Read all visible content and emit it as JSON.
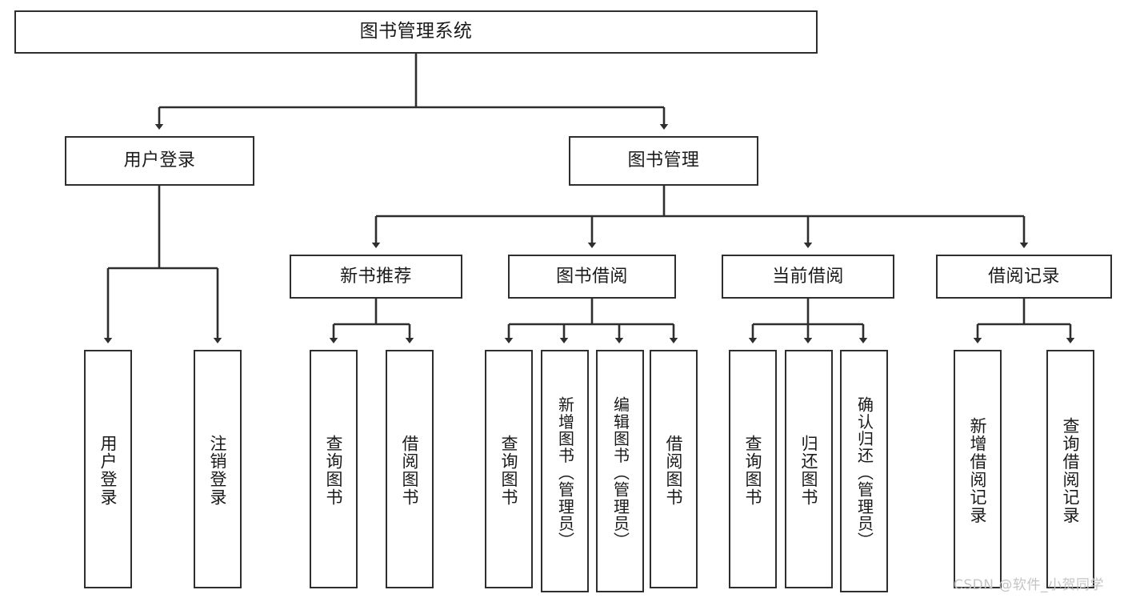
{
  "diagram": {
    "title": "图书管理系统",
    "type": "function-structure-tree",
    "watermark": "CSDN @软件_小贺同学",
    "levels": {
      "root": {
        "label": "图书管理系统"
      },
      "level2": [
        {
          "label": "用户登录"
        },
        {
          "label": "图书管理"
        }
      ],
      "level3": [
        {
          "label": "新书推荐"
        },
        {
          "label": "图书借阅"
        },
        {
          "label": "当前借阅"
        },
        {
          "label": "借阅记录"
        }
      ],
      "leaves": {
        "user_login": [
          {
            "label": "用户登录"
          },
          {
            "label": "注销登录"
          }
        ],
        "new_book_recommend": [
          {
            "label": "查询图书"
          },
          {
            "label": "借阅图书"
          }
        ],
        "book_borrow": [
          {
            "label": "查询图书"
          },
          {
            "label": "新增图书（管理员）"
          },
          {
            "label": "编辑图书（管理员）"
          },
          {
            "label": "借阅图书"
          }
        ],
        "current_borrow": [
          {
            "label": "查询图书"
          },
          {
            "label": "归还图书"
          },
          {
            "label": "确认归还（管理员）"
          }
        ],
        "borrow_record": [
          {
            "label": "新增借阅记录"
          },
          {
            "label": "查询借阅记录"
          }
        ]
      }
    },
    "colors": {
      "box_border": "#2e2e2e",
      "box_fill": "#ffffff",
      "connector": "#2e2e2e",
      "text": "#1a1a1a",
      "watermark": "#c4c4c4",
      "background": "#ffffff"
    }
  }
}
